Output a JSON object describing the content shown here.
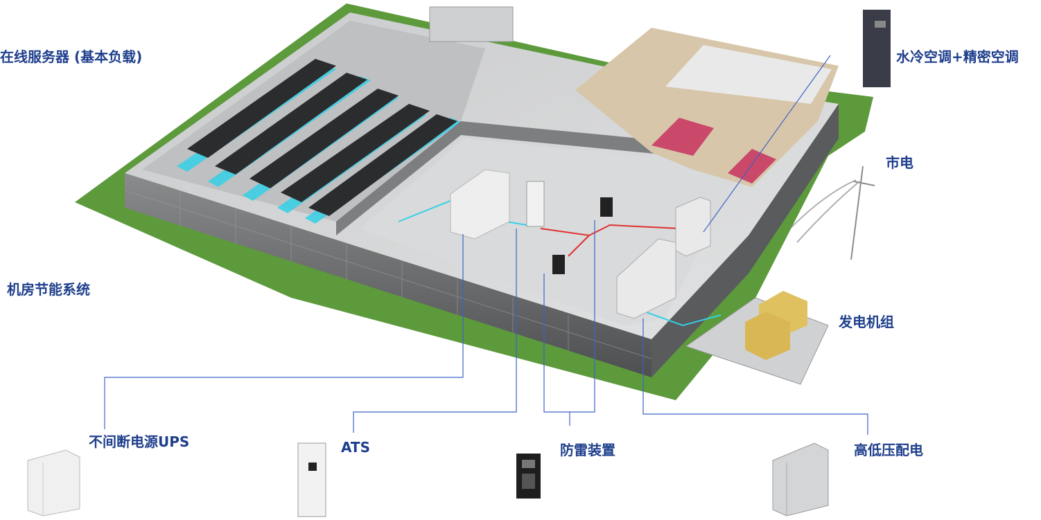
{
  "labels": {
    "online_servers": "在线服务器 (基本负载)",
    "energy_saving": "机房节能系统",
    "water_cooling": "水冷空调+精密空调",
    "utility_power": "市电",
    "generator_set": "发电机组",
    "ups": "不间断电源UPS",
    "ats": "ATS",
    "surge_protection": "防雷装置",
    "hv_lv_distribution": "高低压配电"
  },
  "colors": {
    "label_text": "#1f3f8c",
    "leader_line": "#3a63c8",
    "cold_aisle": "#35d0e6",
    "power_cable": "#e03030",
    "grass": "#5c9a3c",
    "wall": "#6d6e70"
  }
}
